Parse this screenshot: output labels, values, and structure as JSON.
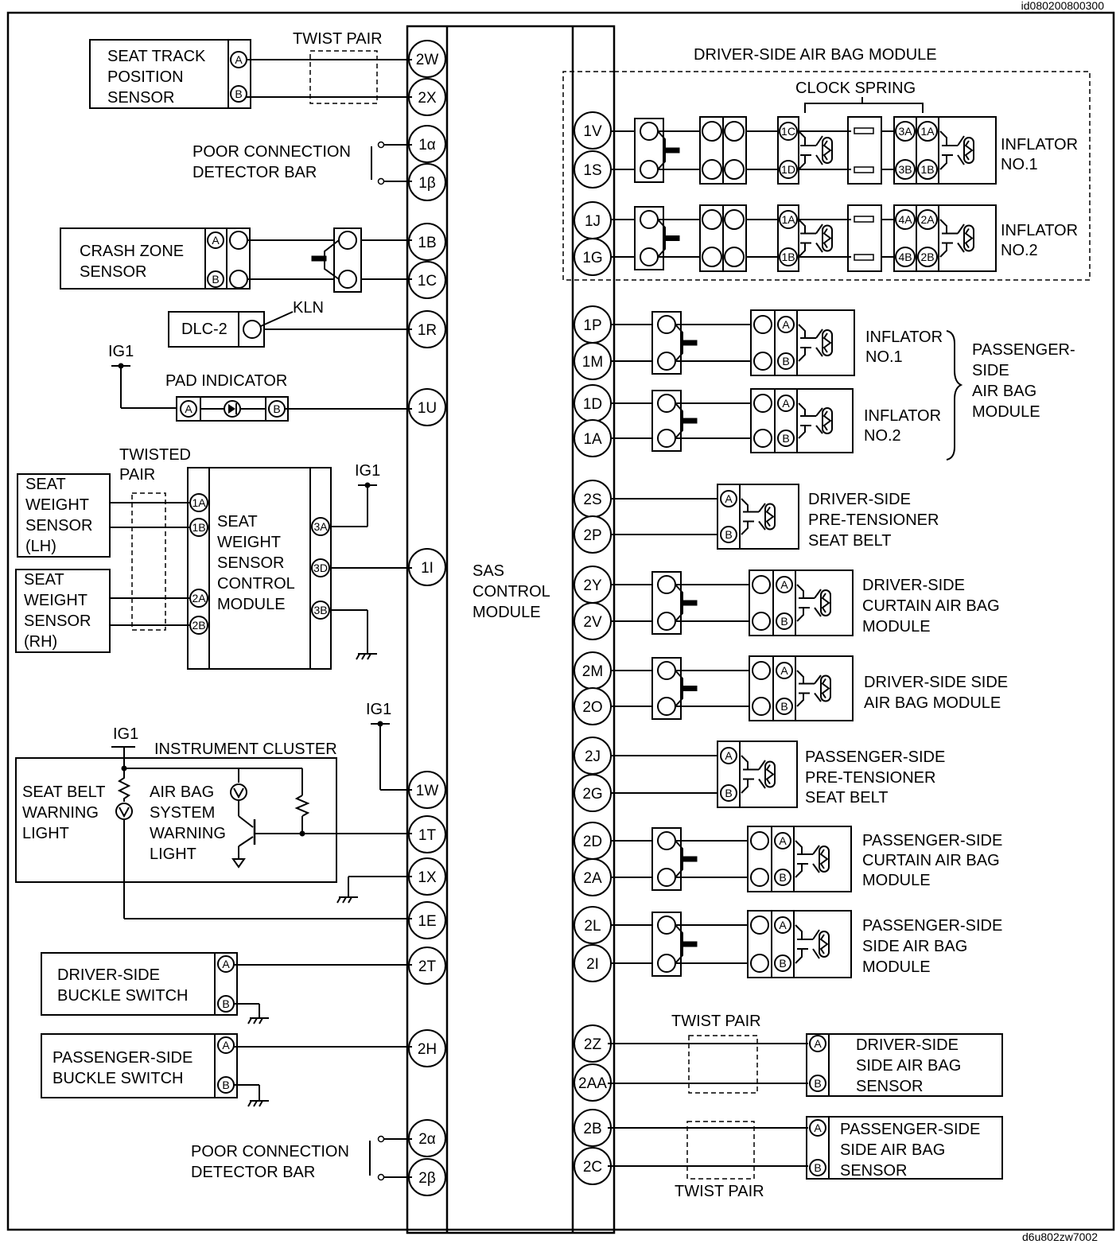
{
  "image_codes": {
    "top_right": "id080200800300",
    "bottom_right": "d6u802zw7002"
  },
  "module": {
    "label": [
      "SAS",
      "CONTROL",
      "MODULE"
    ]
  },
  "left_pins": [
    "2W",
    "2X",
    "1α",
    "1β",
    "1B",
    "1C",
    "1R",
    "1U",
    "1I",
    "1W",
    "1T",
    "1X",
    "1E",
    "2T",
    "2H",
    "2α",
    "2β"
  ],
  "right_pins": [
    "1V",
    "1S",
    "1J",
    "1G",
    "1P",
    "1M",
    "1D",
    "1A",
    "2S",
    "2P",
    "2Y",
    "2V",
    "2M",
    "2O",
    "2J",
    "2G",
    "2D",
    "2A",
    "2L",
    "2I",
    "2Z",
    "2AA",
    "2B",
    "2C"
  ],
  "pin_letters": {
    "a": "A",
    "b": "B"
  },
  "left_components": {
    "seat_track": {
      "label": [
        "SEAT TRACK",
        "POSITION",
        "SENSOR"
      ],
      "twist": "TWIST PAIR"
    },
    "poor_conn_top": {
      "label": [
        "POOR CONNECTION",
        "DETECTOR  BAR"
      ]
    },
    "crash_zone": {
      "label": [
        "CRASH ZONE",
        "SENSOR"
      ]
    },
    "dlc": {
      "label": "DLC-2",
      "line": "KLN"
    },
    "pad": {
      "label": "PAD INDICATOR",
      "supply": "IG1"
    },
    "sws": {
      "twisted": [
        "TWISTED",
        "PAIR"
      ],
      "lh": [
        "SEAT",
        "WEIGHT",
        "SENSOR",
        "(LH)"
      ],
      "rh": [
        "SEAT",
        "WEIGHT",
        "SENSOR",
        "(RH)"
      ],
      "module": [
        "SEAT",
        "WEIGHT",
        "SENSOR",
        "CONTROL",
        "MODULE"
      ],
      "pins_left": [
        "1A",
        "1B",
        "2A",
        "2B"
      ],
      "pins_right": [
        "3A",
        "3D",
        "3B"
      ],
      "supply": "IG1"
    },
    "cluster": {
      "title": "INSTRUMENT CLUSTER",
      "seatbelt": [
        "SEAT BELT",
        "WARNING",
        "LIGHT"
      ],
      "airbag": [
        "AIR BAG",
        "SYSTEM",
        "WARNING",
        "LIGHT"
      ],
      "supply": "IG1",
      "supply_w": "IG1"
    },
    "driver_buckle": {
      "label": [
        "DRIVER-SIDE",
        "BUCKLE SWITCH"
      ]
    },
    "pass_buckle": {
      "label": [
        "PASSENGER-SIDE",
        "BUCKLE SWITCH"
      ]
    },
    "poor_conn_bottom": {
      "label": [
        "POOR CONNECTION",
        "DETECTOR BAR"
      ]
    }
  },
  "right_components": {
    "driver_airbag": {
      "title": "DRIVER-SIDE AIR BAG MODULE",
      "clock": "CLOCK SPRING",
      "inf1": [
        "INFLATOR",
        "NO.1"
      ],
      "inf2": [
        "INFLATOR",
        "NO.2"
      ],
      "pins1": [
        "1C",
        "1D",
        "3A",
        "3B",
        "1A",
        "1B"
      ],
      "pins2": [
        "1A",
        "1B",
        "4A",
        "4B",
        "2A",
        "2B"
      ]
    },
    "pass_airbag": {
      "inf1": [
        "INFLATOR",
        "NO.1"
      ],
      "inf2": [
        "INFLATOR",
        "NO.2"
      ],
      "label": [
        "PASSENGER-",
        "SIDE",
        "AIR BAG",
        "MODULE"
      ]
    },
    "drv_pret": [
      "DRIVER-SIDE",
      "PRE-TENSIONER",
      "SEAT BELT"
    ],
    "drv_curtain": [
      "DRIVER-SIDE",
      "CURTAIN AIR BAG",
      "MODULE"
    ],
    "drv_side_ab": [
      "DRIVER-SIDE SIDE",
      "AIR BAG MODULE"
    ],
    "pass_pret": [
      "PASSENGER-SIDE",
      "PRE-TENSIONER",
      "SEAT  BELT"
    ],
    "pass_curtain": [
      "PASSENGER-SIDE",
      "CURTAIN AIR BAG",
      "MODULE"
    ],
    "pass_side_ab": [
      "PASSENGER-SIDE",
      "SIDE AIR BAG",
      "MODULE"
    ],
    "drv_side_sensor": {
      "label": [
        "DRIVER-SIDE",
        "SIDE AIR BAG",
        "SENSOR"
      ],
      "twist": "TWIST  PAIR"
    },
    "pass_side_sensor": {
      "label": [
        "PASSENGER-SIDE",
        "SIDE AIR BAG",
        "SENSOR"
      ],
      "twist": "TWIST  PAIR"
    }
  }
}
